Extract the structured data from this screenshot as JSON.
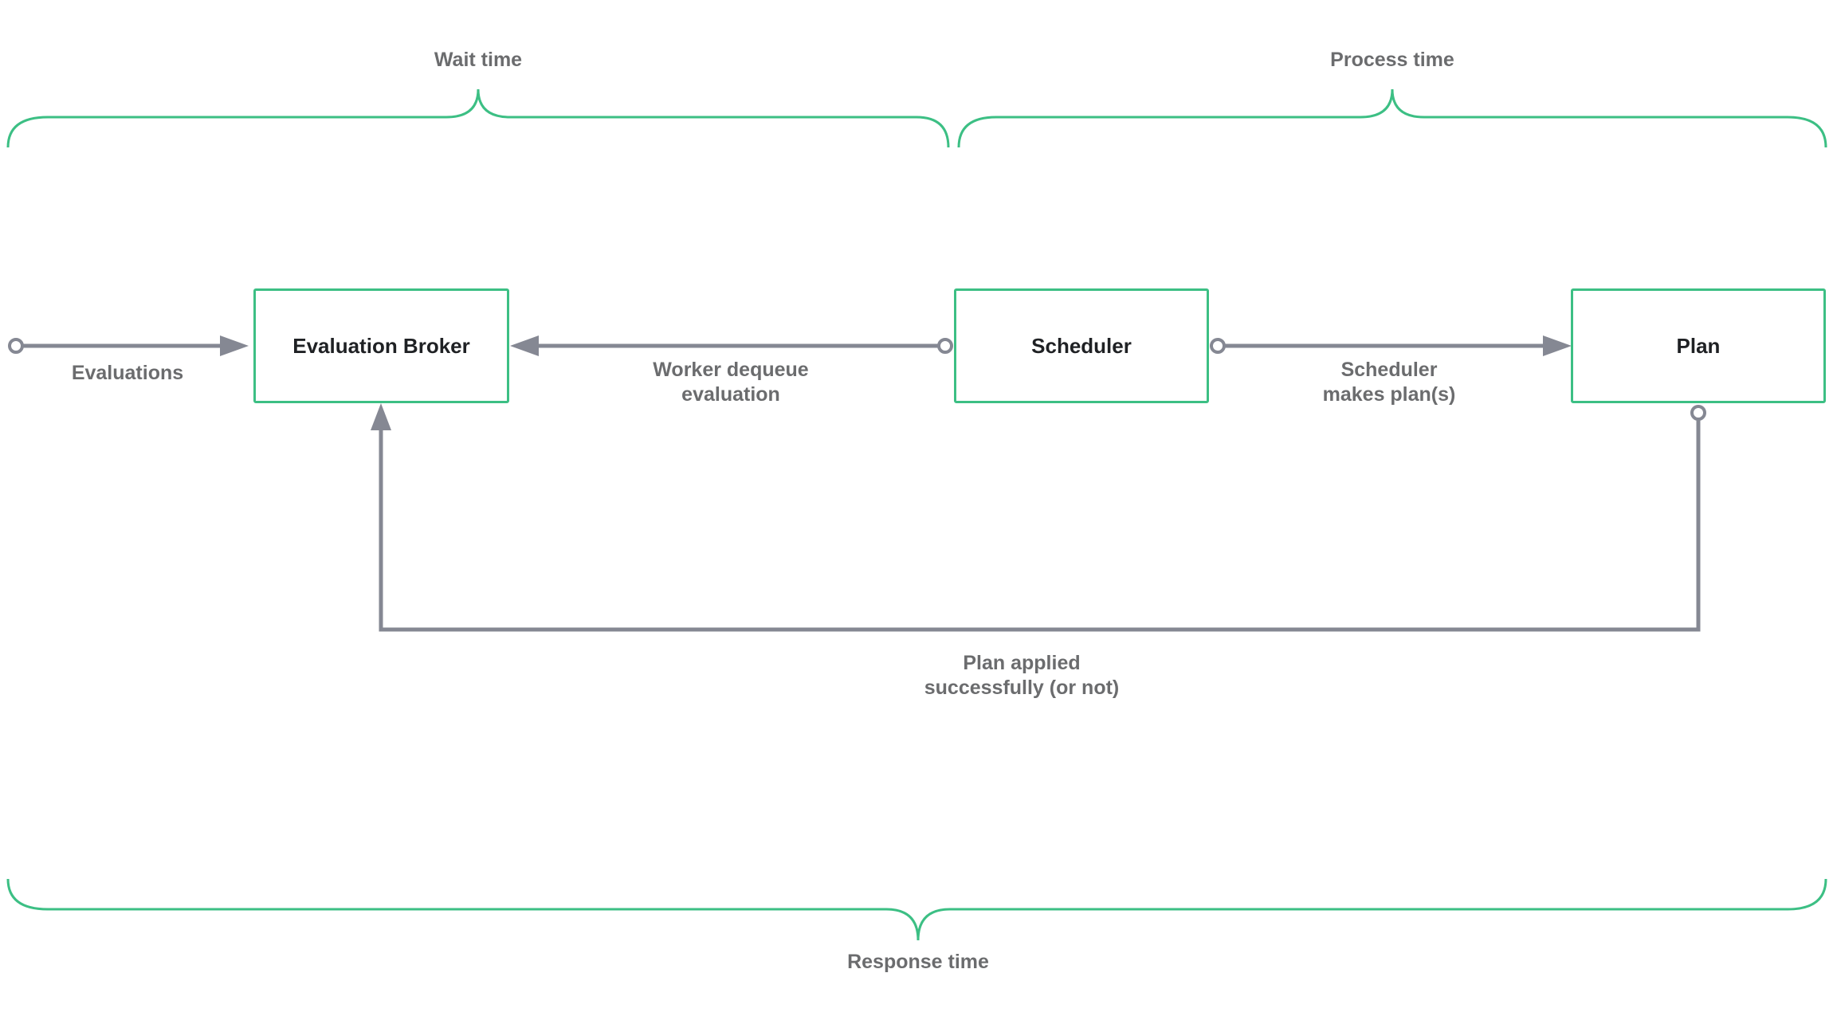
{
  "labels": {
    "wait_time": "Wait time",
    "process_time": "Process time",
    "response_time": "Response time",
    "evaluations": "Evaluations",
    "worker_dequeue_line1": "Worker dequeue",
    "worker_dequeue_line2": "evaluation",
    "scheduler_makes_line1": "Scheduler",
    "scheduler_makes_line2": "makes plan(s)",
    "plan_applied_line1": "Plan applied",
    "plan_applied_line2": "successfully (or not)"
  },
  "nodes": {
    "evaluation_broker": "Evaluation Broker",
    "scheduler": "Scheduler",
    "plan": "Plan"
  },
  "colors": {
    "brace": "#3cbf84",
    "node_border": "#3cbf84",
    "arrow": "#858893",
    "label_text": "#6b6c6e",
    "node_text": "#1f2124"
  }
}
